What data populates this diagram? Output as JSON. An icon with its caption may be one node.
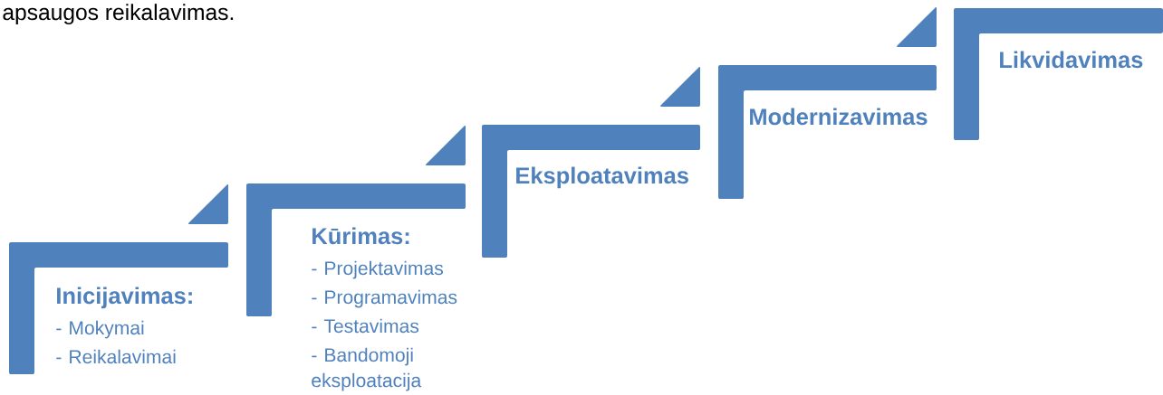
{
  "diagram": {
    "nodes": [
      {
        "text": [
          "Inicijavimas:",
          "- Mokymai",
          "- Reikalavimai"
        ]
      },
      {
        "text": [
          "Kūrimas:",
          "- Projektavimas",
          "- Programavimas",
          "- Testavimas",
          "- Bandomoji eksploatacija"
        ]
      },
      {
        "text": [
          "Eksploatavimas"
        ]
      },
      {
        "text": [
          "Modernizavimas"
        ]
      },
      {
        "text": [
          "Likvidavimas"
        ]
      }
    ],
    "labels": [
      "apsaugos reikalavimas."
    ]
  }
}
